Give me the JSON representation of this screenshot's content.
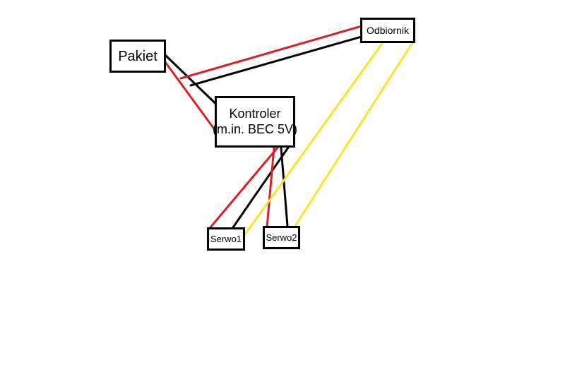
{
  "colors": {
    "positive_wire": "#d61f26",
    "ground_wire": "#000000",
    "signal_wire": "#f5e62a",
    "box_border": "#000000",
    "background": "#ffffff"
  },
  "nodes": {
    "pakiet": {
      "label": "Pakiet"
    },
    "odbiornik": {
      "label": "Odbiornik"
    },
    "kontroler": {
      "line1": "Kontroler",
      "line2": "(m.in. BEC 5V)"
    },
    "serwo1": {
      "label": "Serwo1"
    },
    "serwo2": {
      "label": "Serwo2"
    }
  },
  "connections": [
    {
      "from": "pakiet",
      "to": "kontroler",
      "wire": "positive"
    },
    {
      "from": "pakiet",
      "to": "kontroler",
      "wire": "ground"
    },
    {
      "from": "kontroler",
      "to": "odbiornik",
      "wire": "positive"
    },
    {
      "from": "kontroler",
      "to": "odbiornik",
      "wire": "ground"
    },
    {
      "from": "kontroler",
      "to": "serwo1",
      "wire": "positive"
    },
    {
      "from": "kontroler",
      "to": "serwo1",
      "wire": "ground"
    },
    {
      "from": "kontroler",
      "to": "serwo2",
      "wire": "positive"
    },
    {
      "from": "kontroler",
      "to": "serwo2",
      "wire": "ground"
    },
    {
      "from": "odbiornik",
      "to": "serwo1",
      "wire": "signal"
    },
    {
      "from": "odbiornik",
      "to": "serwo2",
      "wire": "signal"
    }
  ]
}
